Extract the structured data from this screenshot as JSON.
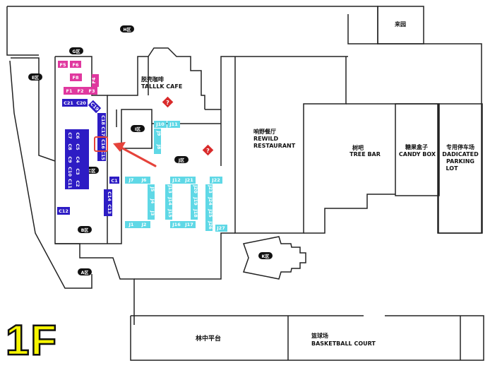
{
  "floor": "1F",
  "colors": {
    "blue": "#2d1cc4",
    "magenta": "#e0389f",
    "cyan": "#5fd8e6",
    "diamond": "#d92b2b",
    "highlight": "#e5423a",
    "floor_fill": "#f7f500"
  },
  "zones": [
    {
      "id": "H",
      "label": "H区"
    },
    {
      "id": "G",
      "label": "G区"
    },
    {
      "id": "E",
      "label": "E区"
    },
    {
      "id": "I",
      "label": "I区"
    },
    {
      "id": "C",
      "label": "C区"
    },
    {
      "id": "J",
      "label": "J区"
    },
    {
      "id": "B",
      "label": "B区"
    },
    {
      "id": "A",
      "label": "A区"
    },
    {
      "id": "K",
      "label": "K区"
    }
  ],
  "areas": {
    "cafe_cn": "脱壳咖啡",
    "cafe_en": "TALLLK CAFE",
    "restaurant_cn": "响野餐厅",
    "restaurant_en1": "REWILD",
    "restaurant_en2": "RESTAURANT",
    "treebar_cn": "树吧",
    "treebar_en": "TREE BAR",
    "candy_cn": "糖果盒子",
    "candy_en": "CANDY BOX",
    "parking_cn": "专用停车场",
    "parking_en1": "DADICATED",
    "parking_en2": "PARKING",
    "parking_en3": "LOT",
    "garden": "来园",
    "forest_platform": "林中平台",
    "court_cn": "篮球场",
    "court_en": "BASKETBALL COURT"
  },
  "unknown_mark": "?",
  "booths": {
    "F5": "F5",
    "F6": "F6",
    "F8": "F8",
    "F4": "F4",
    "F1": "F1",
    "F2": "F2",
    "F3": "F3",
    "C21": "C21",
    "C20": "C20",
    "C19": "C19",
    "C18": "C18",
    "C17": "C17",
    "C16": "C16",
    "C15": "C15",
    "C7": "C7",
    "C6": "C6",
    "C5": "C5",
    "C4": "C4",
    "C3": "C3",
    "C2": "C2",
    "C8": "C8",
    "C9": "C9",
    "C10": "C10",
    "C11": "C11",
    "C1": "C1",
    "C14": "C14",
    "C13": "C13",
    "C12": "C12",
    "J10": "J10",
    "J11": "J11",
    "J9": "J9",
    "J8": "J8",
    "J7": "J7",
    "J6": "J6",
    "J5": "J5",
    "J4": "J4",
    "J3": "J3",
    "J1": "J1",
    "J2": "J2",
    "J12": "J12",
    "J21": "J21",
    "J20": "J20",
    "J19": "J19",
    "J18": "J18",
    "J13": "J13",
    "J14": "J14",
    "J15": "J15",
    "J16": "J16",
    "J17": "J17",
    "J22": "J22",
    "J23": "J23",
    "J24": "J24",
    "J25": "J25",
    "J26": "J26",
    "J27": "J27"
  }
}
